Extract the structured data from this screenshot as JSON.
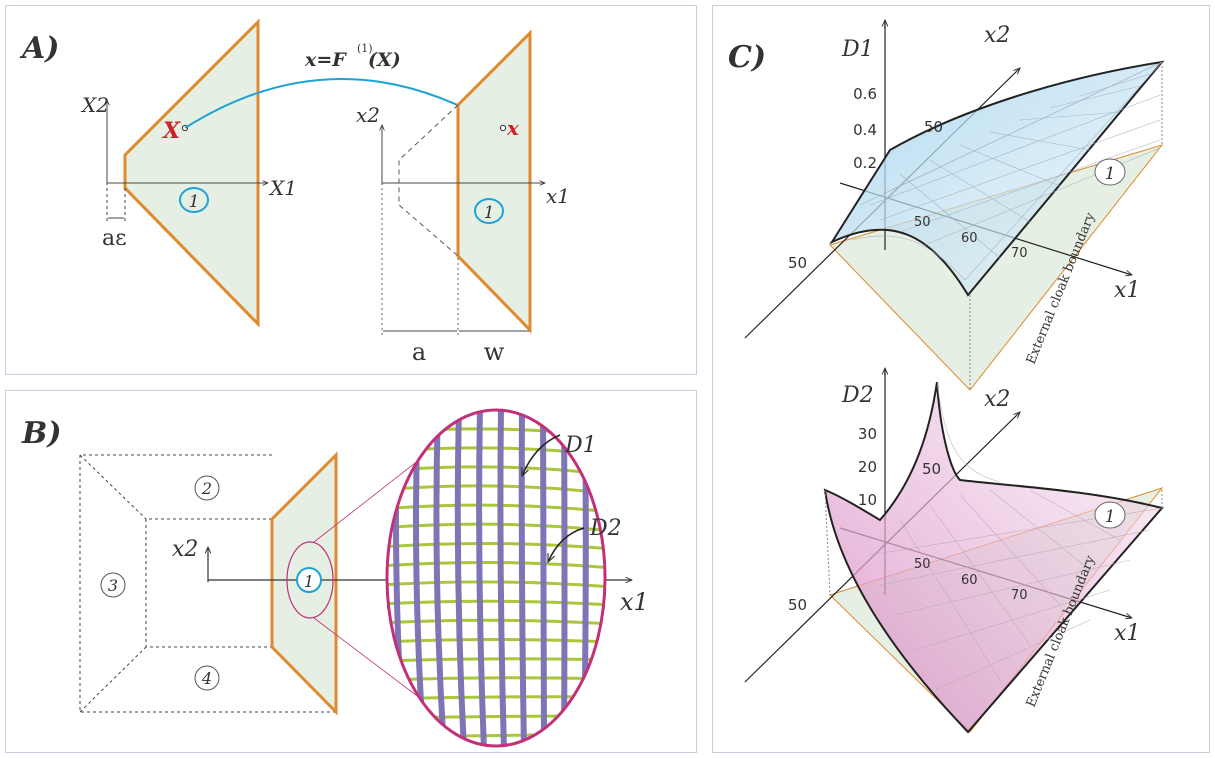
{
  "panelA": {
    "label": "A)",
    "map_formula": "x=F",
    "map_superscript": "(1)",
    "map_arg": "(X)",
    "X2": "X2",
    "X1": "X1",
    "x2": "x2",
    "x1": "x1",
    "Xpoint": "X",
    "xpoint": "x",
    "region1_left": "1",
    "region1_right": "1",
    "dim_ae": "aε",
    "dim_a": "a",
    "dim_w": "w"
  },
  "panelB": {
    "label": "B)",
    "r1": "1",
    "r2": "2",
    "r3": "3",
    "r4": "4",
    "x2": "x2",
    "x1": "x1",
    "D1": "D1",
    "D2": "D2"
  },
  "panelC": {
    "label": "C)",
    "top": {
      "D": "D1",
      "x2": "x2",
      "x1": "x1",
      "ticks_z": [
        "0.6",
        "0.4",
        "0.2"
      ],
      "tick_x2": "50",
      "ticks_x1": [
        "50",
        "60",
        "70"
      ],
      "tick_left": "50",
      "region": "1",
      "boundary": "External cloak boundary"
    },
    "bottom": {
      "D": "D2",
      "x2": "x2",
      "x1": "x1",
      "ticks_z": [
        "30",
        "20",
        "10"
      ],
      "tick_x2": "50",
      "ticks_x1": [
        "50",
        "60",
        "70"
      ],
      "tick_left": "50",
      "region": "1",
      "boundary": "External cloak boundary"
    }
  },
  "colors": {
    "fill_green": "#e6efe3",
    "orange": "#e08a2e",
    "cyan": "#1fa3d6",
    "red": "#d0202a",
    "magenta": "#c2307a",
    "purple": "#7f74b5",
    "lime": "#a9c73a",
    "blue_surface": "#bfe1f2",
    "pink_surface": "#e8b5d8"
  }
}
